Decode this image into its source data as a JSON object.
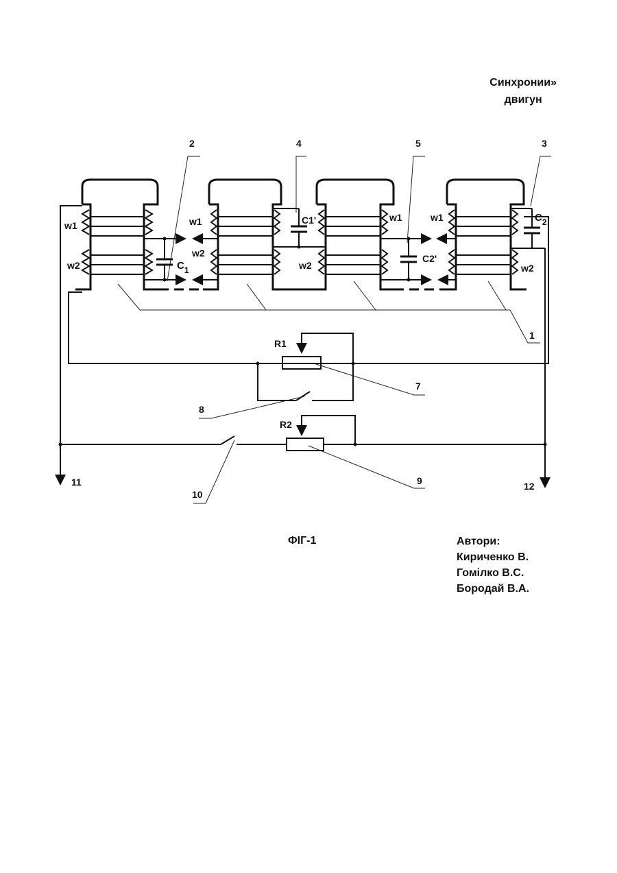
{
  "header": {
    "line1": "Синхронии»",
    "line2": "двигун"
  },
  "caption": "ФІГ-1",
  "authors": {
    "heading": "Автори:",
    "names": [
      "Кириченко В.",
      "Гомілко В.С.",
      "Бородай В.А."
    ]
  },
  "diagram": {
    "callouts": [
      "2",
      "4",
      "5",
      "3",
      "1",
      "7",
      "8",
      "9",
      "10",
      "11",
      "12"
    ],
    "coil_labels": [
      "w1",
      "w2"
    ],
    "capacitors": {
      "c1": "C",
      "c1_sub": "1",
      "c1p": "C1'",
      "c2p": "C2'",
      "c2": "C",
      "c2_sub": "2"
    },
    "resistors": {
      "r1": "R1",
      "r2": "R2"
    }
  }
}
